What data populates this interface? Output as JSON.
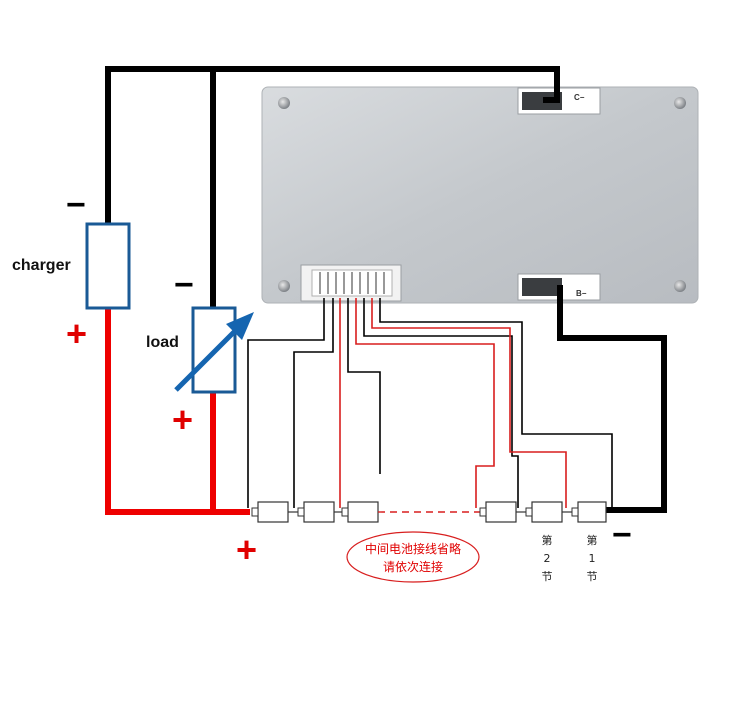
{
  "labels": {
    "charger": "charger",
    "load": "load",
    "minus": "−",
    "plus": "+",
    "note_line1": "中间电池接线省略",
    "note_line2": "请依次连接",
    "cell2": [
      "第",
      "2",
      "节"
    ],
    "cell1": [
      "第",
      "1",
      "节"
    ],
    "board_c_minus": "C−",
    "board_b_minus": "B−"
  },
  "colors": {
    "negative_wire": "#000000",
    "positive_wire": "#ee0000",
    "sense_red": "#d81e1e",
    "component_outline": "#1a5a96",
    "load_arrow": "#1565b0",
    "board_fill": "#c9cdd1",
    "plus_sign": "#e00000",
    "note_text": "#e00000"
  },
  "icons": {
    "variable-arrow": "arrow-icon",
    "mounting-hole": "screw-icon"
  }
}
